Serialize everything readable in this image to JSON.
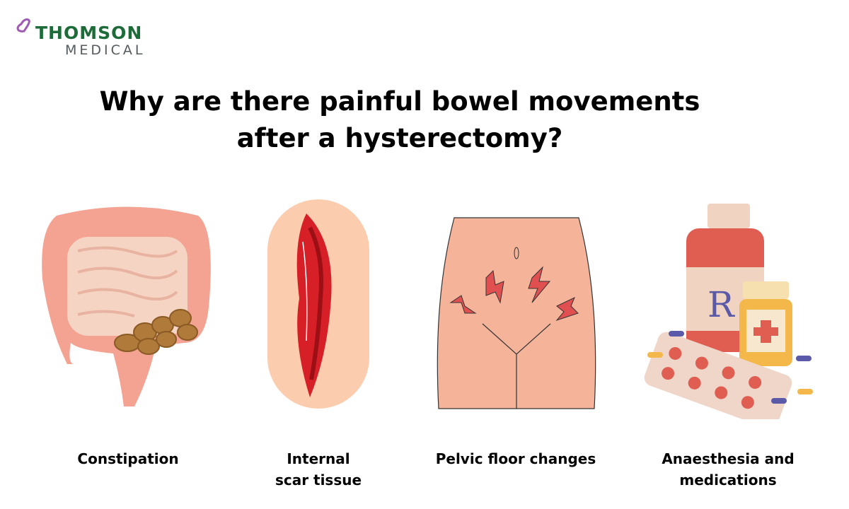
{
  "logo": {
    "line1": "THOMSON",
    "line2": "MEDICAL",
    "icon": "butterfly-icon",
    "colors": {
      "green": "#1e6b3a",
      "gray": "#555a5e",
      "purple": "#a05ab4"
    }
  },
  "title": {
    "line1": "Why are there painful bowel movements",
    "line2": "after a hysterectomy?"
  },
  "causes": [
    {
      "label": "Constipation",
      "icon": "intestines-illustration"
    },
    {
      "label": "Internal scar tissue",
      "icon": "scar-illustration"
    },
    {
      "label": "Pelvic floor changes",
      "icon": "pelvis-pain-illustration"
    },
    {
      "label": "Anaesthesia and medications",
      "icon": "medications-illustration"
    }
  ]
}
